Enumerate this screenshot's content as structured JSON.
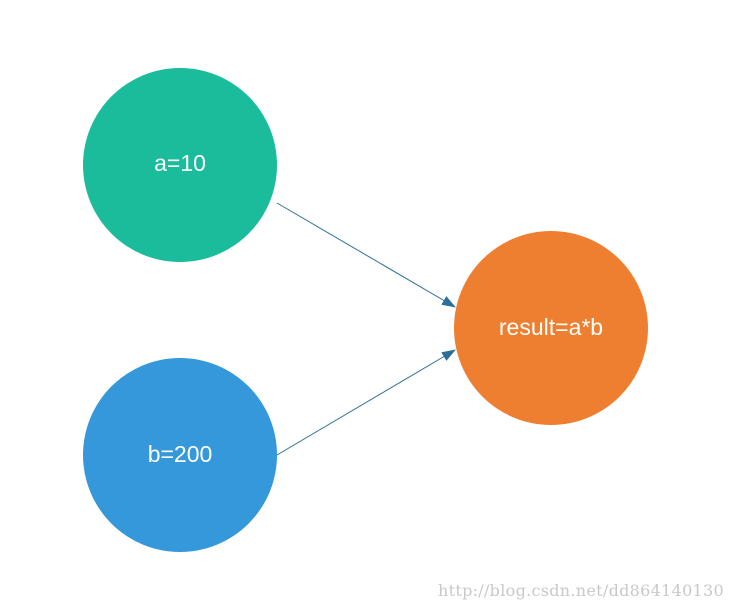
{
  "nodes": {
    "a": {
      "label": "a=10",
      "color": "#1abc9c"
    },
    "b": {
      "label": "b=200",
      "color": "#3498db"
    },
    "result": {
      "label": "result=a*b",
      "color": "#ef7f30"
    }
  },
  "edges": [
    {
      "from": "a",
      "to": "result"
    },
    {
      "from": "b",
      "to": "result"
    }
  ],
  "edge_color": "#2c6e99",
  "watermark": "http://blog.csdn.net/dd864140130"
}
